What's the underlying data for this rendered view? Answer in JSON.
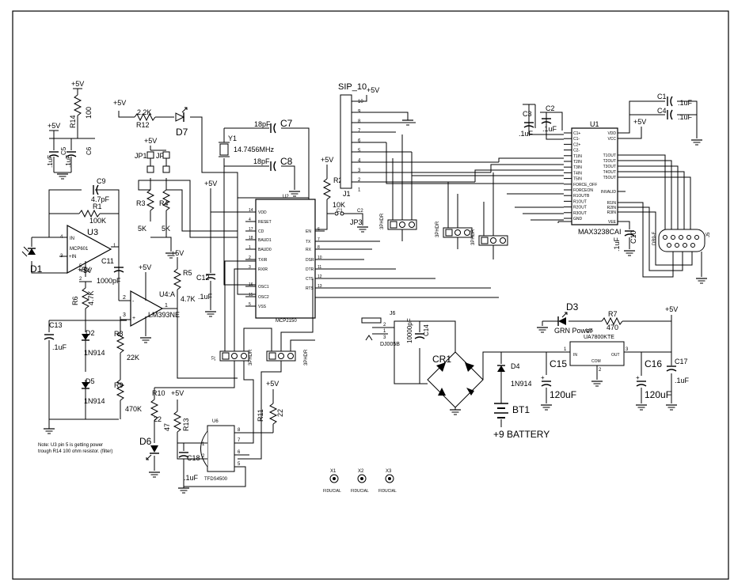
{
  "power": {
    "vcc": "+5V",
    "battery": "+9 BATTERY"
  },
  "components": {
    "u1": {
      "ref": "U1",
      "part": "MAX3238CAI",
      "pins_left": [
        "C1+",
        "C1-",
        "C2+",
        "C2-",
        "T1IN",
        "T2IN",
        "T3IN",
        "T4IN",
        "T5IN",
        "FORCE_OFF",
        "FORCEON",
        "R1OUTB",
        "R1OUT",
        "R2OUT",
        "R3OUT",
        "GND"
      ],
      "pins_right": [
        "VDD",
        "VCC",
        "T1OUT",
        "T2OUT",
        "T3OUT",
        "T4OUT",
        "T5OUT",
        "INVALID",
        "R1IN",
        "R2IN",
        "R3IN",
        "VEE"
      ]
    },
    "u2": {
      "ref": "U2",
      "part": "MCP2150",
      "pins_left": [
        "VDD",
        "RESET",
        "CD",
        "BAUD1",
        "BAUD0",
        "TXIR",
        "RXIR",
        "OSC1",
        "OSC2",
        "VSS"
      ],
      "nums_left": [
        "14",
        "4",
        "17",
        "18",
        "1",
        "2",
        "3",
        "16",
        "15",
        "5"
      ],
      "pins_right": [
        "EN",
        "TX",
        "RX",
        "DSR",
        "DTR",
        "CTS",
        "RTS"
      ],
      "nums_right": [
        "6",
        "7",
        "8",
        "10",
        "11",
        "12",
        "13"
      ]
    },
    "u3": {
      "ref": "U3",
      "part": "MCP601"
    },
    "u4": {
      "ref": "U4:A",
      "part": "LM393NE"
    },
    "u5": {
      "ref": "U5",
      "part": "UA7800KTE",
      "pins": [
        "IN",
        "COM",
        "OUT"
      ]
    },
    "u6": {
      "ref": "U6",
      "part": "TFDS4500"
    },
    "y1": {
      "ref": "Y1",
      "value": "14.7456MHz"
    },
    "r1": {
      "ref": "R1",
      "value": "100K"
    },
    "r2": {
      "ref": "R2",
      "value": "10K"
    },
    "r3": {
      "ref": "R3",
      "value": "5K"
    },
    "r4": {
      "ref": "R4",
      "value": "5K"
    },
    "r5": {
      "ref": "R5",
      "value": "4.7K"
    },
    "r6": {
      "ref": "R6",
      "value": "4.7K"
    },
    "r7": {
      "ref": "R7",
      "value": "470"
    },
    "r8": {
      "ref": "R8",
      "value": "22K"
    },
    "r9": {
      "ref": "R9",
      "value": "470K"
    },
    "r10": {
      "ref": "R10",
      "value": "22"
    },
    "r11": {
      "ref": "R11",
      "value": "22"
    },
    "r12": {
      "ref": "R12",
      "value": "2.2K"
    },
    "r13": {
      "ref": "R13",
      "value": "47"
    },
    "r14": {
      "ref": "R14",
      "value": "100"
    },
    "c1": {
      "ref": "C1",
      "value": ".1uF"
    },
    "c2": {
      "ref": "C2",
      "value": ".1uF"
    },
    "c3": {
      "ref": "C3",
      "value": ".1uF"
    },
    "c4": {
      "ref": "C4",
      "value": ".1uF"
    },
    "c5": {
      "ref": "C5",
      "value": ".1uF"
    },
    "c6": {
      "ref": "C6",
      "value": ".1uF"
    },
    "c7": {
      "ref": "C7",
      "value": "18pF"
    },
    "c8": {
      "ref": "C8",
      "value": "18pF"
    },
    "c9": {
      "ref": "C9",
      "value": "4.7pF"
    },
    "c10": {
      "ref": "C10",
      "value": ".1uF"
    },
    "c11": {
      "ref": "C11",
      "value": "1000pF"
    },
    "c12": {
      "ref": "C12",
      "value": ".1uF"
    },
    "c13": {
      "ref": "C13",
      "value": ".1uF"
    },
    "c14": {
      "ref": "C14",
      "value": "10000pF"
    },
    "c15": {
      "ref": "C15",
      "value": "120uF"
    },
    "c16": {
      "ref": "C16",
      "value": "120uF"
    },
    "c17": {
      "ref": "C17",
      "value": ".1uF"
    },
    "c18": {
      "ref": "C18",
      "value": ".1uF"
    },
    "d1": {
      "ref": "D1"
    },
    "d2": {
      "ref": "D2",
      "value": "1N914"
    },
    "d3": {
      "ref": "D3",
      "value": "GRN Power"
    },
    "d4": {
      "ref": "D4",
      "value": "1N914"
    },
    "d5": {
      "ref": "D5",
      "value": "1N914"
    },
    "d6": {
      "ref": "D6"
    },
    "d7": {
      "ref": "D7"
    },
    "cr1": {
      "ref": "CR1"
    },
    "bt1": {
      "ref": "BT1"
    },
    "sip": {
      "ref": "SIP_10",
      "conn": "J1",
      "pins": [
        "10",
        "9",
        "8",
        "7",
        "6",
        "5",
        "4",
        "3",
        "2",
        "1"
      ]
    },
    "jp1": {
      "ref": "JP1"
    },
    "jp2": {
      "ref": "JP2"
    },
    "jp3": {
      "ref": "JP3",
      "pins": [
        "C1",
        "C2"
      ]
    },
    "j2": {
      "ref": "J2",
      "type": "3PHDR"
    },
    "j3": {
      "ref": "J3",
      "type": "3PHDR"
    },
    "j4": {
      "ref": "J4",
      "type": "3PHDR"
    },
    "j5": {
      "ref": "J5",
      "type": "DB9-F"
    },
    "j6": {
      "ref": "J6",
      "type": "DJ005B"
    },
    "j7": {
      "ref": "J7",
      "type": "3PHDR"
    },
    "j8": {
      "ref": "J8",
      "type": "3PHDR"
    },
    "fiducials": [
      {
        "ref": "X1",
        "label": "FIDUCIAL"
      },
      {
        "ref": "X2",
        "label": "FIDUCIAL"
      },
      {
        "ref": "X3",
        "label": "FIDUCIAL"
      }
    ]
  },
  "pin_labels": {
    "p1": "1",
    "p2": "2",
    "p3": "3",
    "p4": "4",
    "p5": "5",
    "p6": "6",
    "p7": "7",
    "p8": "8",
    "plus": "+",
    "minus": "-"
  },
  "note": {
    "line1": "Note: U3 pin 5 is getting power",
    "line2": "trough R14 100 ohm resistor. (filter)"
  }
}
